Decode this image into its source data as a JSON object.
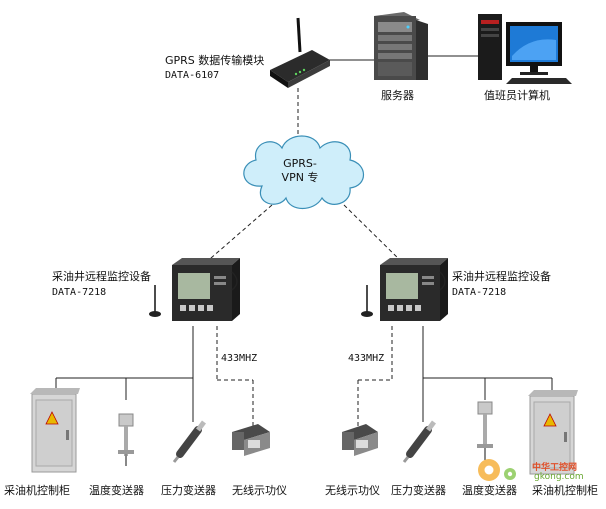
{
  "gprs_module": {
    "name": "GPRS 数据传输模块",
    "model": "DATA-6107"
  },
  "server": {
    "label": "服务器"
  },
  "operator_pc": {
    "label": "值班员计算机"
  },
  "cloud": {
    "line1": "GPRS-",
    "line2": "VPN 专"
  },
  "left_station": {
    "name": "采油井远程监控设备",
    "model": "DATA-7218",
    "radio": "433MHZ",
    "devices": [
      "采油机控制柜",
      "温度变送器",
      "压力变送器",
      "无线示功仪"
    ]
  },
  "right_station": {
    "name": "采油井远程监控设备",
    "model": "DATA-7218",
    "radio": "433MHZ",
    "devices": [
      "无线示功仪",
      "压力变送器",
      "温度变送器",
      "采油机控制柜"
    ]
  },
  "watermark": {
    "line1": "中华工控网",
    "line2": "gkong.com"
  },
  "colors": {
    "cloud_fill": "#cfeefa",
    "cloud_stroke": "#3a8fb7",
    "line": "#222222",
    "cabinet": "#d6d6d6",
    "monitor_screen": "#1e7ad6"
  }
}
